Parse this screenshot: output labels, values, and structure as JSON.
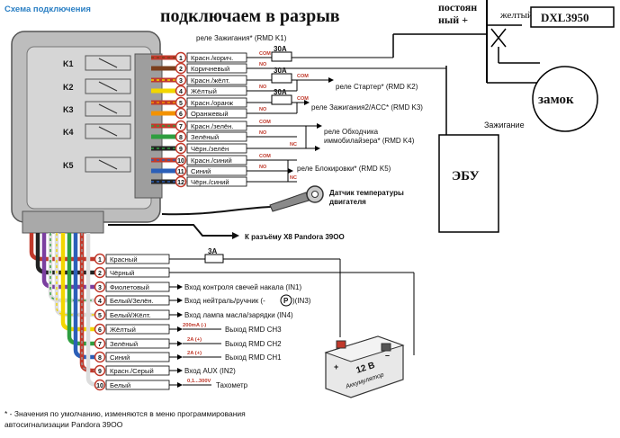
{
  "header": {
    "scheme_label": "Схема подключения",
    "title": "подключаем в разрыв",
    "constant_plus_line1": "постоян",
    "constant_plus_line2": "ный +",
    "yellow_wire_label": "желтый",
    "dxl_label": "DXL3950",
    "lock_label": "замок",
    "ignition_label": "Зажигание",
    "ecu_label": "ЭБУ"
  },
  "unit": {
    "relay_labels": [
      "K1",
      "K2",
      "K3",
      "K4",
      "K5"
    ]
  },
  "top_connector": {
    "wires": [
      {
        "num": "1",
        "label": "Красн./корич.",
        "color": "#c0392b",
        "stripe": "#7b3f1d"
      },
      {
        "num": "2",
        "label": "Коричневый",
        "color": "#7b3f1d",
        "stripe": ""
      },
      {
        "num": "3",
        "label": "Красн./жёлт.",
        "color": "#c0392b",
        "stripe": "#f2d600"
      },
      {
        "num": "4",
        "label": "Жёлтый",
        "color": "#f2d600",
        "stripe": ""
      },
      {
        "num": "5",
        "label": "Красн./оранж",
        "color": "#c0392b",
        "stripe": "#f39200"
      },
      {
        "num": "6",
        "label": "Оранжевый",
        "color": "#f39200",
        "stripe": ""
      },
      {
        "num": "7",
        "label": "Красн./зелён.",
        "color": "#c0392b",
        "stripe": "#2e9e3f"
      },
      {
        "num": "8",
        "label": "Зелёный",
        "color": "#2e9e3f",
        "stripe": ""
      },
      {
        "num": "9",
        "label": "Чёрн./зелён",
        "color": "#222222",
        "stripe": "#2e9e3f"
      },
      {
        "num": "10",
        "label": "Красн./синий",
        "color": "#c0392b",
        "stripe": "#2b5fb8"
      },
      {
        "num": "11",
        "label": "Синий",
        "color": "#2b5fb8",
        "stripe": ""
      },
      {
        "num": "12",
        "label": "Чёрн./синий",
        "color": "#222222",
        "stripe": "#2b5fb8"
      }
    ],
    "fuse_labels": [
      "30A",
      "30A",
      "30A"
    ],
    "com_labels": [
      "COM",
      "COM",
      "COM",
      "COM",
      "COM",
      "COM"
    ],
    "no_labels": [
      "NO",
      "NO",
      "NO",
      "NO",
      "NO"
    ],
    "nc_labels": [
      "NC",
      "NC"
    ],
    "relay_descriptions": {
      "k1": "реле Зажигания* (RMD K1)",
      "k2": "реле Стартер* (RMD K2)",
      "k3": "реле Зажигания2/ACC* (RMD K3)",
      "k4_line1": "реле Обходчика",
      "k4_line2": "иммобилайзера* (RMD K4)",
      "k5": "реле Блокировки* (RMD K5)"
    }
  },
  "temp_sensor": {
    "line1": "Датчик температуры",
    "line2": "двигателя"
  },
  "x8_label": "К разъёму X8 Pandora 39OO",
  "bottom_connector": {
    "wires": [
      {
        "num": "1",
        "label": "Красный",
        "color": "#c0392b",
        "stripe": "",
        "desc": ""
      },
      {
        "num": "2",
        "label": "Чёрный",
        "color": "#222222",
        "stripe": "",
        "desc": ""
      },
      {
        "num": "3",
        "label": "Фиолетовый",
        "color": "#7b3fa0",
        "stripe": "",
        "desc": "Вход контроля свечей накала (IN1)"
      },
      {
        "num": "4",
        "label": "Белый/Зелён.",
        "color": "#ffffff",
        "stripe": "#2e9e3f",
        "desc": "Вход нейтраль/ручник (-"
      },
      {
        "num": "5",
        "label": "Белый/Жёлт.",
        "color": "#ffffff",
        "stripe": "#f2d600",
        "desc": "Вход лампа масла/зарядки (IN4)"
      },
      {
        "num": "6",
        "label": "Жёлтый",
        "color": "#f2d600",
        "stripe": "",
        "desc": "Выход RMD CH3"
      },
      {
        "num": "7",
        "label": "Зелёный",
        "color": "#2e9e3f",
        "stripe": "",
        "desc": "Выход RMD CH2"
      },
      {
        "num": "8",
        "label": "Синий",
        "color": "#2b5fb8",
        "stripe": "",
        "desc": "Выход RMD CH1"
      },
      {
        "num": "9",
        "label": "Красн./Серый",
        "color": "#c0392b",
        "stripe": "#9e9e9e",
        "desc": "Вход AUX (IN2)"
      },
      {
        "num": "10",
        "label": "Белый",
        "color": "#ffffff",
        "stripe": "",
        "desc": "Тахометр"
      }
    ],
    "p_symbol": "P",
    "in3_suffix": ")(IN3)",
    "current_labels": [
      "200mA (-)",
      "2A (+)",
      "2A (+)",
      "0,1...300V"
    ],
    "fuse_label": "3A",
    "battery_volt": "12 В",
    "battery_name": "Аккумулятор",
    "battery_plus": "+",
    "battery_minus": "–"
  },
  "footnote": {
    "line1": "* - Значения по умолчанию, изменяются в меню программирования",
    "line2": "автосигнализации Pandora 39OO"
  }
}
